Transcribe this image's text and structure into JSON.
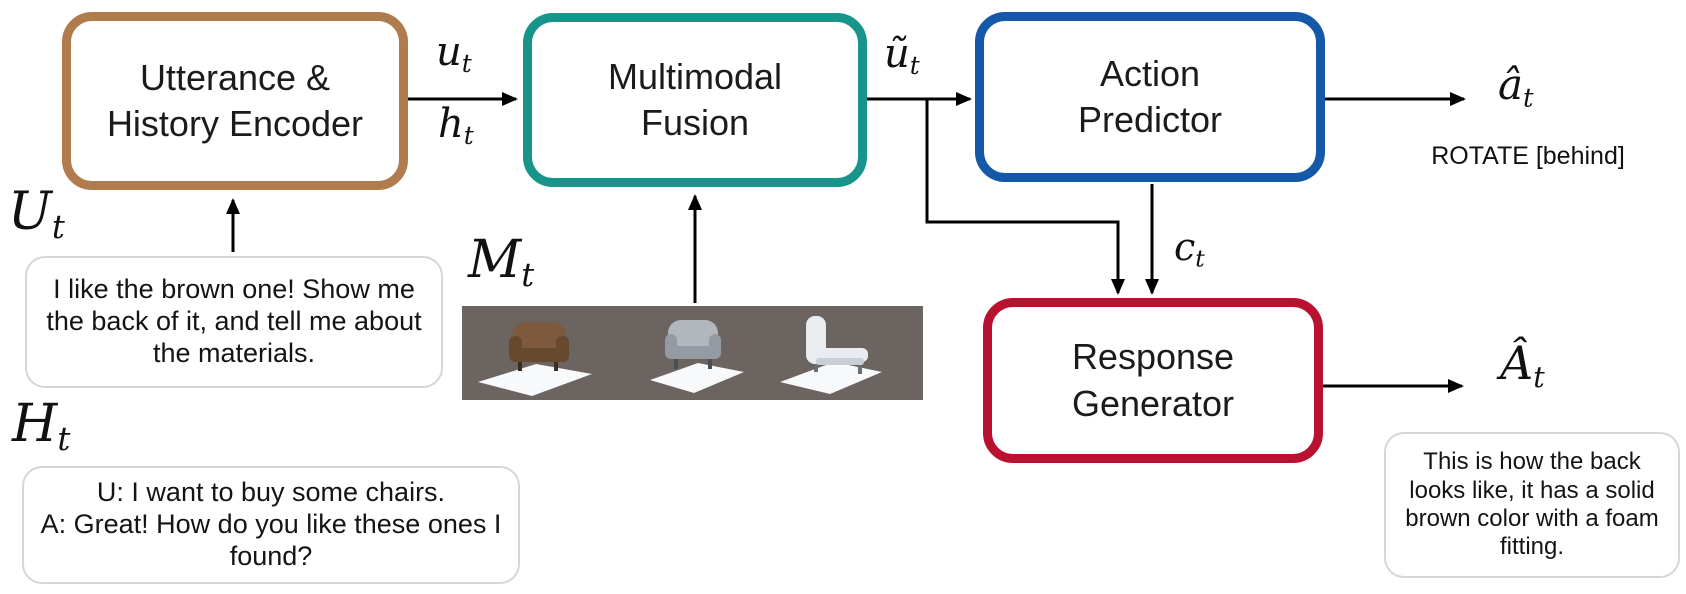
{
  "boxes": {
    "encoder": {
      "label": "Utterance &\nHistory Encoder",
      "border_color": "#b17c4d"
    },
    "fusion": {
      "label": "Multimodal\nFusion",
      "border_color": "#17948c"
    },
    "action": {
      "label": "Action\nPredictor",
      "border_color": "#1458a7"
    },
    "response": {
      "label": "Response\nGenerator",
      "border_color": "#b91231"
    }
  },
  "math": {
    "u_t": {
      "base": "u",
      "sub": "t"
    },
    "h_t": {
      "base": "h",
      "sub": "t"
    },
    "u_tilde_t": {
      "base": "ũ",
      "sub": "t"
    },
    "c_t": {
      "base": "c",
      "sub": "t"
    },
    "a_hat_t": {
      "base": "â",
      "sub": "t"
    },
    "A_hat_t": {
      "base": "Â",
      "sub": "t"
    },
    "U_t": {
      "base": "U",
      "sub": "t"
    },
    "H_t": {
      "base": "H",
      "sub": "t"
    },
    "M_t": {
      "base": "M",
      "sub": "t"
    }
  },
  "annotations": {
    "action_example": "ROTATE [behind]"
  },
  "bubbles": {
    "utterance": "I like the brown one! Show me the back of it, and tell me about the materials.",
    "history": "U: I want to buy some chairs.\nA: Great! How do you like these ones I found?",
    "response": "This is how the back looks like, it has a solid brown color with a foam fitting."
  },
  "scene_image": {
    "background_color": "#6b6460",
    "platform_color": "#f7f9fb",
    "chairs": [
      {
        "name": "brown-armchair",
        "color": "#7d5a3e",
        "shade": "#67492f",
        "leg": "#3a2d22"
      },
      {
        "name": "gray-armchair",
        "color": "#b2b7bd",
        "shade": "#959ba3",
        "leg": "#4a4e55"
      },
      {
        "name": "white-chaise",
        "color": "#e9ecf1",
        "shade": "#c9cdd6",
        "leg": "#6a6e76"
      }
    ]
  }
}
